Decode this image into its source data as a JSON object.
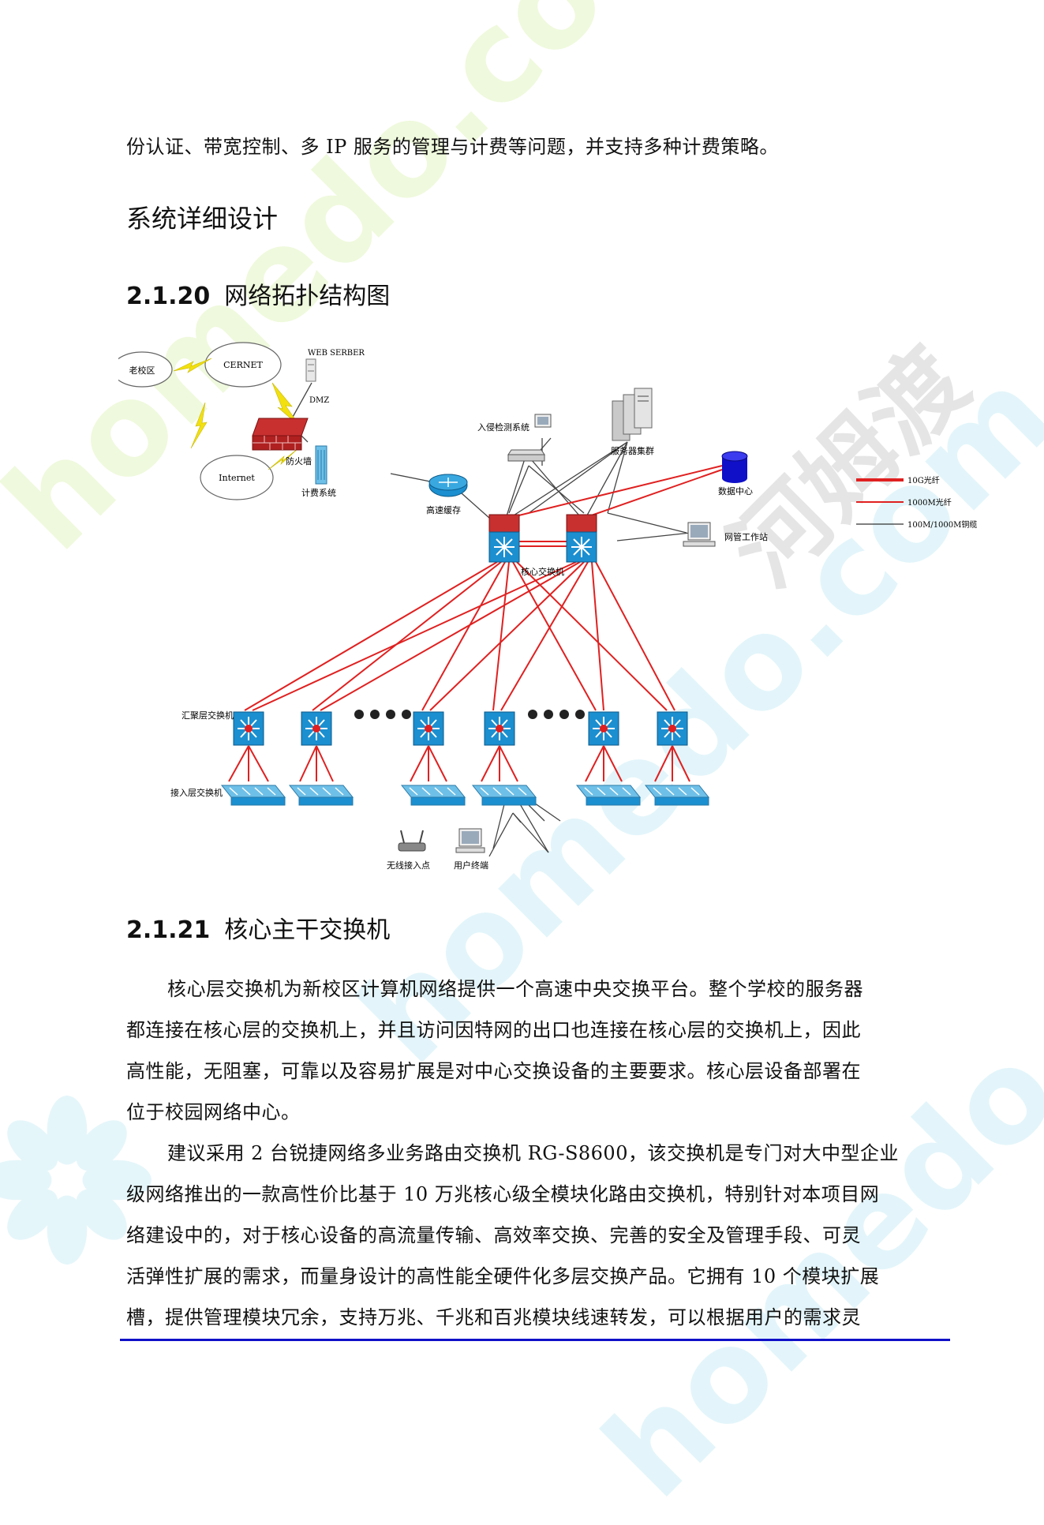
{
  "watermark": {
    "site": "homedo.com",
    "brand": "河姆渡"
  },
  "intro_line": "份认证、带宽控制、多 IP 服务的管理与计费等问题，并支持多种计费策略。",
  "section_title": "系统详细设计",
  "sub1": {
    "num": "2.1.20",
    "title": "网络拓扑结构图"
  },
  "diagram": {
    "labels": {
      "old_campus": "老校区",
      "cernet": "CERNET",
      "internet": "Internet",
      "web_server": "WEB SERBER",
      "dmz": "DMZ",
      "firewall": "防火墙",
      "billing": "计费系统",
      "cache": "高速缓存",
      "ids": "入侵检测系统",
      "server_cluster": "服务器集群",
      "data_center": "数据中心",
      "core_switch": "核心交换机",
      "mgmt_station": "网管工作站",
      "agg_switch": "汇聚层交换机",
      "access_switch": "接入层交换机",
      "wireless_ap": "无线接入点",
      "user_terminal": "用户终端"
    },
    "legend": [
      {
        "label": "10G光纤",
        "color": "#e02020"
      },
      {
        "label": "1000M光纤",
        "color": "#e02020"
      },
      {
        "label": "100M/1000M铜缆",
        "color": "#333333"
      }
    ],
    "colors": {
      "fiber": "#e02020",
      "copper": "#444444",
      "switch": "#1b8fd0",
      "firewall": "#c83030",
      "lightning": "#f2e010"
    }
  },
  "sub2": {
    "num": "2.1.21",
    "title": "核心主干交换机"
  },
  "para1_lines": [
    "核心层交换机为新校区计算机网络提供一个高速中央交换平台。整个学校的服务器",
    "都连接在核心层的交换机上，并且访问因特网的出口也连接在核心层的交换机上，因此",
    "高性能，无阻塞，可靠以及容易扩展是对中心交换设备的主要要求。核心层设备部署在",
    "位于校园网络中心。"
  ],
  "para2_lines": [
    "建议采用 2 台锐捷网络多业务路由交换机 RG-S8600，该交换机是专门对大中型企业",
    "级网络推出的一款高性价比基于 10 万兆核心级全模块化路由交换机，特别针对本项目网",
    "络建设中的，对于核心设备的高流量传输、高效率交换、完善的安全及管理手段、可灵",
    "活弹性扩展的需求，而量身设计的高性能全硬件化多层交换产品。它拥有 10 个模块扩展",
    "槽，提供管理模块冗余，支持万兆、千兆和百兆模块线速转发，可以根据用户的需求灵"
  ]
}
